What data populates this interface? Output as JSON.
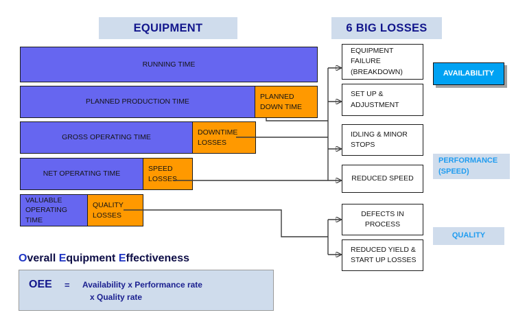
{
  "headers": {
    "equipment": "EQUIPMENT",
    "losses": "6 BIG LOSSES"
  },
  "time_bars": [
    {
      "id": "running-time",
      "segments": [
        {
          "label": "RUNNING TIME",
          "type": "blue",
          "align": "center"
        }
      ]
    },
    {
      "id": "planned-production-time",
      "segments": [
        {
          "label": "PLANNED PRODUCTION TIME",
          "type": "blue",
          "align": "center"
        },
        {
          "label": "PLANNED\nDOWN TIME",
          "type": "orange",
          "align": "left"
        }
      ]
    },
    {
      "id": "gross-operating-time",
      "segments": [
        {
          "label": "GROSS OPERATING TIME",
          "type": "blue",
          "align": "center"
        },
        {
          "label": "DOWNTIME\nLOSSES",
          "type": "orange",
          "align": "left"
        }
      ]
    },
    {
      "id": "net-operating-time",
      "segments": [
        {
          "label": "NET OPERATING TIME",
          "type": "blue",
          "align": "center"
        },
        {
          "label": "SPEED\nLOSSES",
          "type": "orange",
          "align": "left"
        }
      ]
    },
    {
      "id": "valuable-operating-time",
      "segments": [
        {
          "label": "VALUABLE\nOPERATING\nTIME",
          "type": "blue",
          "align": "left"
        },
        {
          "label": "QUALITY\nLOSSES",
          "type": "orange",
          "align": "left"
        }
      ]
    }
  ],
  "loss_boxes": [
    {
      "id": "equipment-failure",
      "label": "EQUIPMENT\nFAILURE\n(BREAKDOWN)",
      "align": "left"
    },
    {
      "id": "set-up-adjustment",
      "label": "SET UP &\nADJUSTMENT",
      "align": "left"
    },
    {
      "id": "idling-minor-stops",
      "label": "IDLING & MINOR\nSTOPS",
      "align": "left"
    },
    {
      "id": "reduced-speed",
      "label": "REDUCED SPEED",
      "align": "center"
    },
    {
      "id": "defects-in-process",
      "label": "DEFECTS IN\nPROCESS",
      "align": "center"
    },
    {
      "id": "reduced-yield",
      "label": "REDUCED YIELD &\nSTART UP LOSSES",
      "align": "left"
    }
  ],
  "categories": {
    "availability": "AVAILABILITY",
    "performance": "PERFORMANCE\n(SPEED)",
    "quality": "QUALITY"
  },
  "oee": {
    "title_full": "Overall Equipment Effectiveness",
    "title_parts": [
      {
        "cap": "O",
        "rest": "verall "
      },
      {
        "cap": "E",
        "rest": "quipment "
      },
      {
        "cap": "E",
        "rest": "ffectiveness"
      }
    ],
    "abbrev": "OEE",
    "equals": "=",
    "formula_line1": "Availability  x  Performance rate",
    "formula_line2": "x  Quality rate"
  },
  "colors": {
    "blue_bar": "#6666F0",
    "orange_bar": "#FF9900",
    "header_bg": "#CFDCEC",
    "header_text": "#12168C",
    "availability_badge": "#00A2F3",
    "category_text": "#1F9CF0",
    "box_border": "#1A1A1A"
  }
}
